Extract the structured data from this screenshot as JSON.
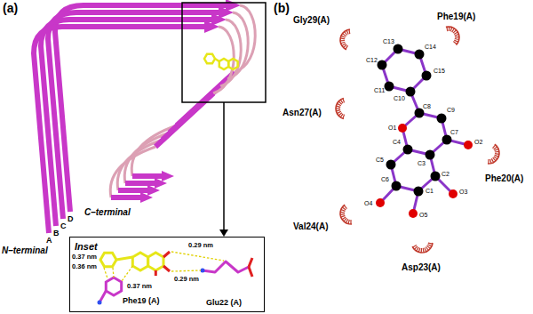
{
  "diagram": {
    "nodes": [
      {
        "text": [
          "Inset"
        ]
      }
    ],
    "labels": [
      "(a)",
      "N–terminal",
      "A",
      "B",
      "C",
      "D",
      "C–terminal",
      "0.37 nm",
      "0.36 nm",
      "0.37 nm",
      "0.29 nm",
      "0.29 nm",
      "Phe19 (A)",
      "Glu22 (A)",
      "(b)",
      "Gly29(A)",
      "Phe19(A)",
      "Asn27(A)",
      "Phe20(A)",
      "Val24(A)",
      "Asp23(A)",
      "C13",
      "C12",
      "C14",
      "C11",
      "C15",
      "C10",
      "C8",
      "C9",
      "O1",
      "C4",
      "C7",
      "O2",
      "C5",
      "C3",
      "C6",
      "C2",
      "O4",
      "C1",
      "O3",
      "O5"
    ]
  }
}
